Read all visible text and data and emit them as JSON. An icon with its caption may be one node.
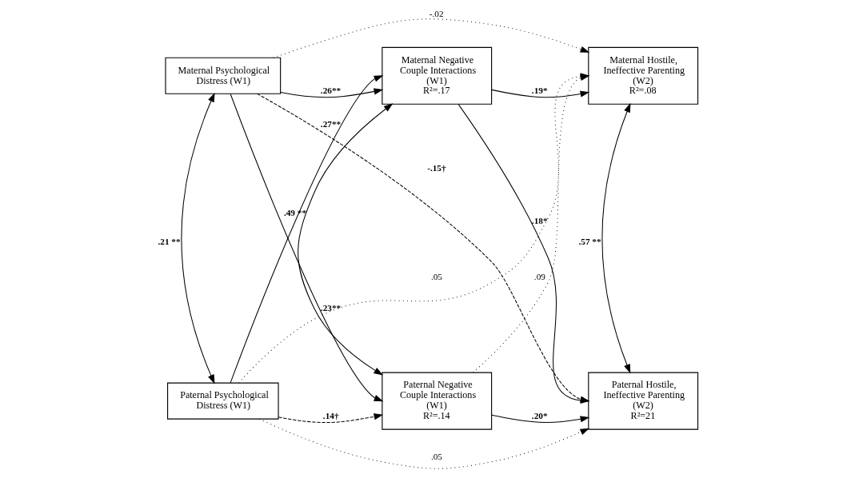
{
  "diagram": {
    "nodes": [
      {
        "text": [
          "Maternal Psychological Distress (W1)"
        ]
      },
      {
        "text": [
          "Maternal Negative Couple Interactions (W1)",
          "R²=.17"
        ]
      },
      {
        "text": [
          "Maternal Hostile, Ineffective Parenting (W2)",
          "R²=.08"
        ]
      },
      {
        "text": [
          "Paternal Psychological Distress (W1)"
        ]
      },
      {
        "text": [
          "Paternal Negative Couple Interactions (W1)",
          "R²=.14"
        ]
      },
      {
        "text": [
          "Paternal Hostile, Ineffective Parenting (W2)",
          "R²=21"
        ]
      }
    ],
    "edges": [
      {
        "from": 0,
        "to": 2,
        "arrow": "to",
        "label": "-.02",
        "style": "dashed"
      },
      {
        "from": 0,
        "to": 1,
        "arrow": "to",
        "label": ".26**"
      },
      {
        "from": 0,
        "to": 4,
        "arrow": "to",
        "label": ".23**"
      },
      {
        "from": 0,
        "to": 5,
        "arrow": "to",
        "label": "-.15†",
        "style": "dashed"
      },
      {
        "from": 0,
        "to": 3,
        "arrow": "both",
        "label": ".21 **"
      },
      {
        "from": 3,
        "to": 1,
        "arrow": "to",
        "label": ".27**"
      },
      {
        "from": 3,
        "to": 2,
        "arrow": "to",
        "label": ".05",
        "style": "dashed"
      },
      {
        "from": 3,
        "to": 4,
        "arrow": "to",
        "label": ".14†",
        "style": "dashed"
      },
      {
        "from": 3,
        "to": 5,
        "arrow": "to",
        "label": ".05",
        "style": "dashed"
      },
      {
        "from": 1,
        "to": 4,
        "arrow": "both",
        "label": ".49 **"
      },
      {
        "from": 1,
        "to": 2,
        "arrow": "to",
        "label": ".19*"
      },
      {
        "from": 1,
        "to": 5,
        "arrow": "to",
        "label": ".18*"
      },
      {
        "from": 4,
        "to": 2,
        "arrow": "to",
        "label": ".09",
        "style": "dashed"
      },
      {
        "from": 4,
        "to": 5,
        "arrow": "to",
        "label": ".20*"
      },
      {
        "from": 2,
        "to": 5,
        "arrow": "both",
        "label": ".57 **"
      }
    ]
  }
}
